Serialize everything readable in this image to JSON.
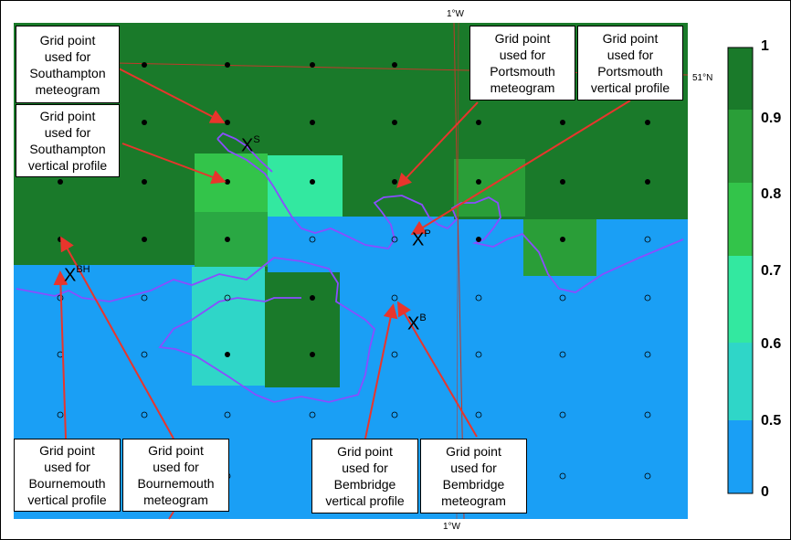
{
  "labels": {
    "southampton_meteogram": "Grid point\nused for\nSouthampton\nmeteogram",
    "southampton_vertical": "Grid point\nused for\nSouthampton\nvertical profile",
    "portsmouth_meteogram": "Grid point\nused for\nPortsmouth\nmeteogram",
    "portsmouth_vertical": "Grid point\nused for\nPortsmouth\nvertical profile",
    "bournemouth_vertical": "Grid point\nused for\nBournemouth\nvertical profile",
    "bournemouth_meteogram": "Grid point\nused for\nBournemouth\nmeteogram",
    "bembridge_vertical": "Grid point\nused for\nBembridge\nvertical profile",
    "bembridge_meteogram": "Grid point\nused for\nBembridge\nmeteogram"
  },
  "markers": {
    "southampton": {
      "letter": "X",
      "sup": "S"
    },
    "portsmouth": {
      "letter": "X",
      "sup": "P"
    },
    "bournemouth": {
      "letter": "X",
      "sup": "BH"
    },
    "bembridge": {
      "letter": "X",
      "sup": "B"
    }
  },
  "graticule": {
    "lon_top": "1°W",
    "lon_bottom": "1°W",
    "lat_right": "51°N"
  },
  "colorbar": {
    "ticks": [
      "1",
      "0.9",
      "0.8",
      "0.7",
      "0.6",
      "0.5",
      "0"
    ],
    "colors": [
      "#1a7a2a",
      "#2a9e38",
      "#33c44a",
      "#33e8a0",
      "#2fd6c8",
      "#1a9ff5"
    ]
  },
  "colors": {
    "land": "#1a7a2a",
    "sea": "#1a9ff5",
    "coast": "#8a4dff",
    "arrow": "#e8352c",
    "gridline": "#c0392b"
  }
}
